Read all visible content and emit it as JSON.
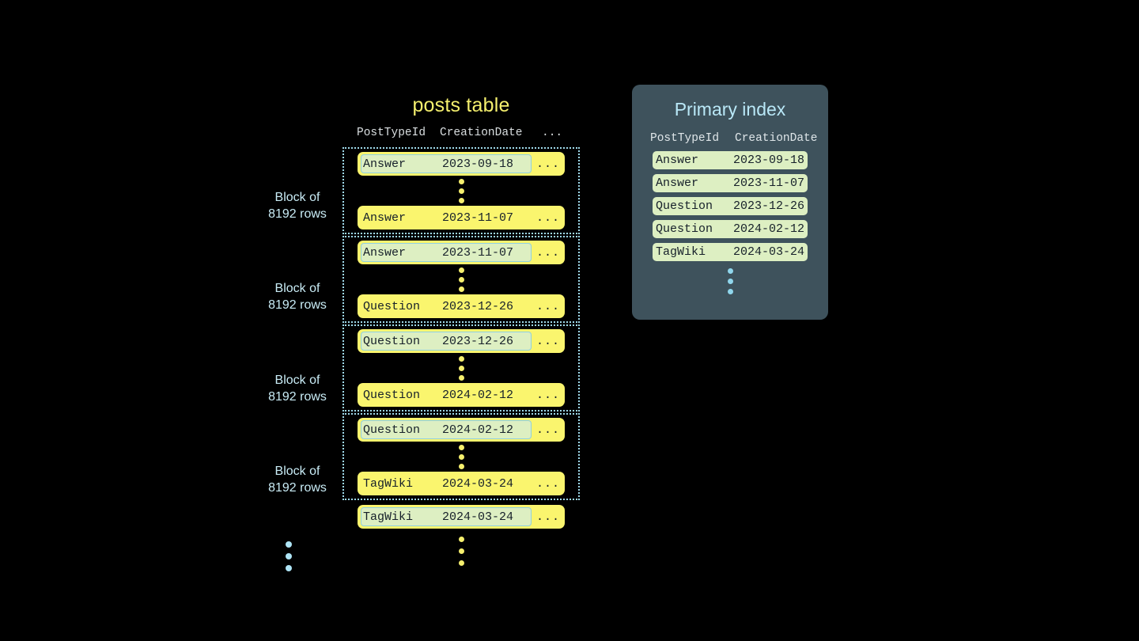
{
  "posts_table": {
    "title": "posts table",
    "columns": [
      "PostTypeId",
      "CreationDate",
      "..."
    ],
    "row_ellipsis": "...",
    "blocks": [
      {
        "label_line1": "Block of",
        "label_line2": "8192 rows",
        "first_row": {
          "post_type_id": "Answer",
          "creation_date": "2023-09-18",
          "highlighted": true
        },
        "last_row": {
          "post_type_id": "Answer",
          "creation_date": "2023-11-07",
          "highlighted": false
        }
      },
      {
        "label_line1": "Block of",
        "label_line2": "8192 rows",
        "first_row": {
          "post_type_id": "Answer",
          "creation_date": "2023-11-07",
          "highlighted": true
        },
        "last_row": {
          "post_type_id": "Question",
          "creation_date": "2023-12-26",
          "highlighted": false
        }
      },
      {
        "label_line1": "Block of",
        "label_line2": "8192 rows",
        "first_row": {
          "post_type_id": "Question",
          "creation_date": "2023-12-26",
          "highlighted": true
        },
        "last_row": {
          "post_type_id": "Question",
          "creation_date": "2024-02-12",
          "highlighted": false
        }
      },
      {
        "label_line1": "Block of",
        "label_line2": "8192 rows",
        "first_row": {
          "post_type_id": "Question",
          "creation_date": "2024-02-12",
          "highlighted": true
        },
        "last_row": {
          "post_type_id": "TagWiki",
          "creation_date": "2024-03-24",
          "highlighted": false
        }
      }
    ],
    "trailing_row": {
      "post_type_id": "TagWiki",
      "creation_date": "2024-03-24",
      "highlighted": true
    }
  },
  "primary_index": {
    "title": "Primary index",
    "columns": [
      "PostTypeId",
      "CreationDate"
    ],
    "rows": [
      {
        "post_type_id": "Answer",
        "creation_date": "2023-09-18"
      },
      {
        "post_type_id": "Answer",
        "creation_date": "2023-11-07"
      },
      {
        "post_type_id": "Question",
        "creation_date": "2023-12-26"
      },
      {
        "post_type_id": "Question",
        "creation_date": "2024-02-12"
      },
      {
        "post_type_id": "TagWiki",
        "creation_date": "2024-03-24"
      }
    ]
  },
  "colors": {
    "background": "#000000",
    "row_yellow": "#faf56e",
    "highlight_green": "#ddefc2",
    "panel_slate": "#3e525c",
    "accent_cyan": "#b9e8f7",
    "title_yellow": "#f5f06e"
  }
}
